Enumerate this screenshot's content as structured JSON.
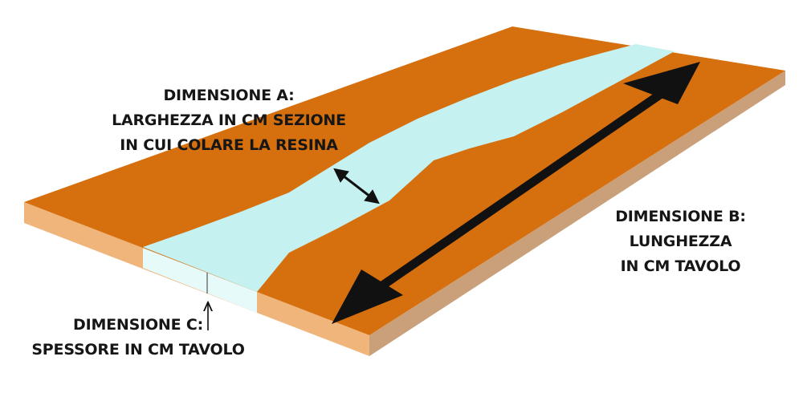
{
  "colors": {
    "wood_top": "#D66F0D",
    "wood_edge": "#F0B57A",
    "wood_edge_dark": "#C9A07A",
    "resin_top": "#C6F1F1",
    "resin_edge": "#E6FAFA",
    "arrow": "#111111",
    "text": "#161616"
  },
  "labels": {
    "dimension_a": {
      "lines": [
        "DIMENSIONE A:",
        "LARGHEZZA IN CM SEZIONE",
        "IN CUI COLARE LA RESINA"
      ]
    },
    "dimension_b": {
      "lines": [
        "DIMENSIONE B:",
        "LUNGHEZZA",
        "IN CM TAVOLO"
      ]
    },
    "dimension_c": {
      "lines": [
        "DIMENSIONE C:",
        "SPESSORE IN CM TAVOLO"
      ]
    }
  }
}
